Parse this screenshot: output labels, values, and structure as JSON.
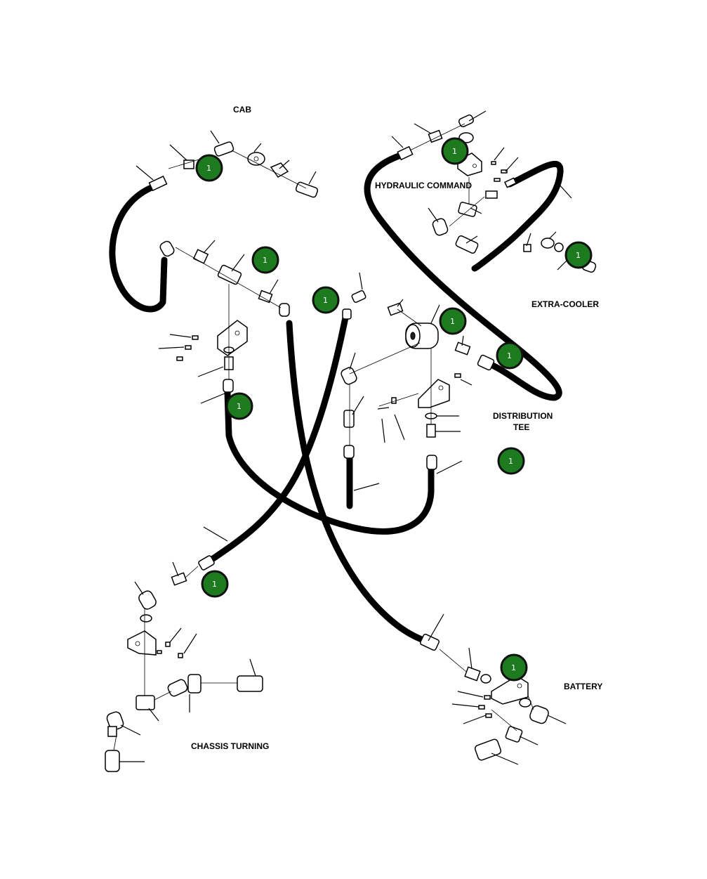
{
  "labels": {
    "cab": "CAB",
    "hydraulic_command": "HYDRAULIC COMMAND",
    "extra_cooler": "EXTRA-COOLER",
    "distribution_line1": "DISTRIBUTION",
    "distribution_line2": "TEE",
    "battery": "BATTERY",
    "chassis_turning": "CHASSIS TURNING"
  },
  "callout_number": "1",
  "colors": {
    "callout_fill": "#1e7a1e",
    "line": "#000000",
    "background": "#ffffff"
  }
}
